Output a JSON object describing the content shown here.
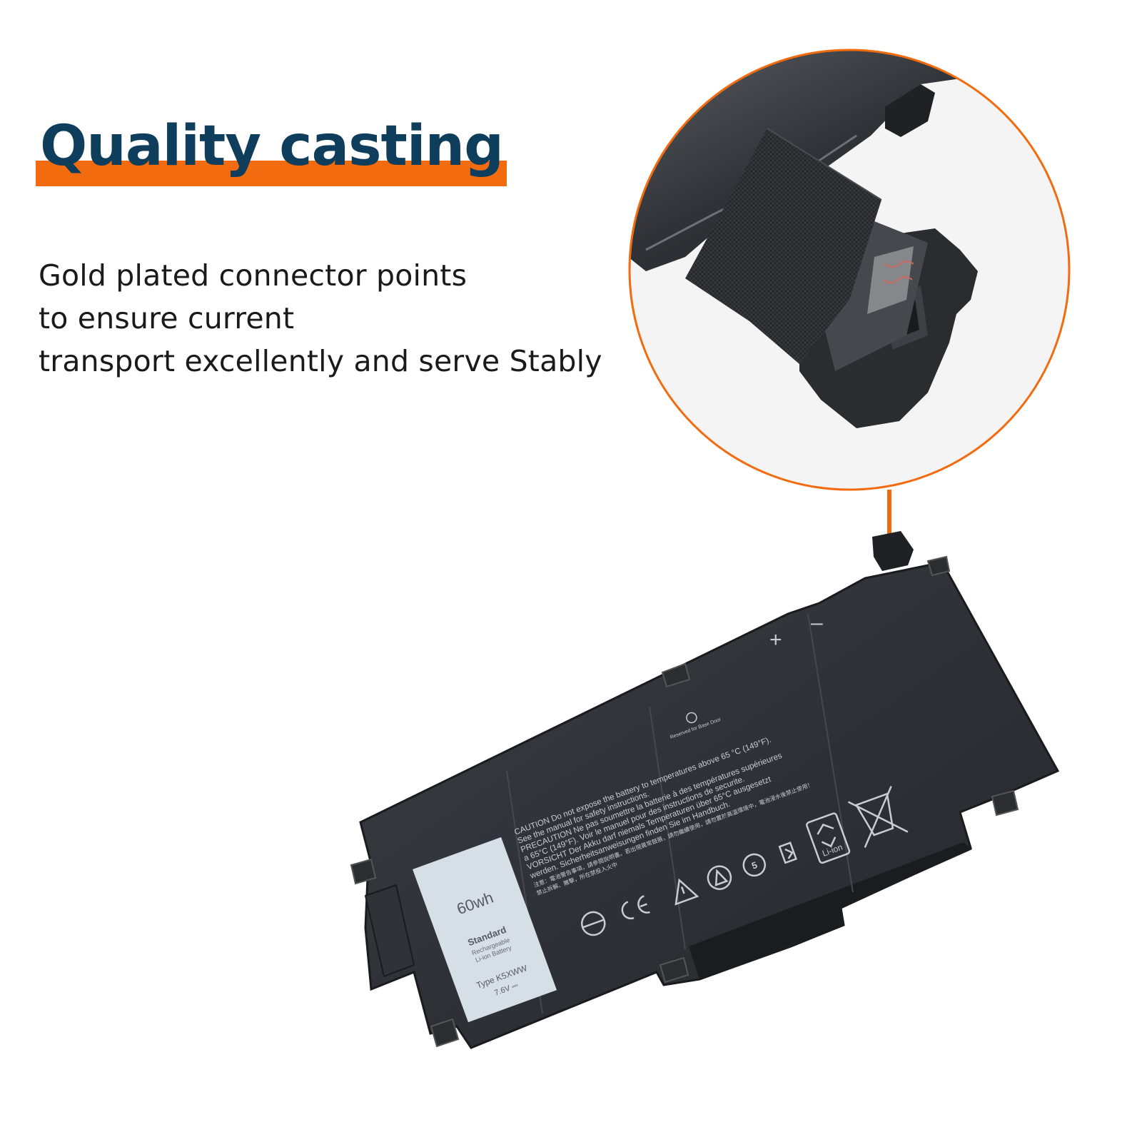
{
  "headline": {
    "title": "Quality casting",
    "text_color": "#0f3d5c",
    "bar_color": "#f26b0f"
  },
  "description": {
    "lines": [
      "Gold plated connector points",
      "to ensure current",
      "transport excellently and serve Stably"
    ]
  },
  "callout": {
    "accent_color": "#f26b0f",
    "zoom_icon": "connector-closeup"
  },
  "battery": {
    "capacity": "60wh",
    "grade": "Standard",
    "kind_line1": "Rechargeable",
    "kind_line2": "Li-ion Battery",
    "type_label": "Type K5XWW",
    "voltage": "7.6V ⎓",
    "reserved_note": "Reserved for Base Door",
    "plus_mark": "+",
    "minus_mark": "–",
    "liion_badge": "Li-ion",
    "rohs_mark": "5",
    "warnings": [
      "CAUTION Do not expose the battery to temperatures above 65 °C (149°F).",
      "See the manual for safety instructions.",
      "PRECAUTION Ne pas soumettre la batterie à des températures supérieures",
      "a 65°C (149°F). Voir le manuel pour des instructions de securite.",
      "VORSICHT Der Akku darf niemals Temperaturen über 65°C  ausgesetzt",
      "werden. Sicherheitsanweisungen finden Sie im Handbuch.",
      "注意：電池警告事項，請參閱說明書。若出現異常鼓脹，請勿繼續使用，請勿置於高溫環境中，電池浸水後禁止使用！",
      "禁止拆解、撇擊，所在禁投入火中"
    ]
  }
}
